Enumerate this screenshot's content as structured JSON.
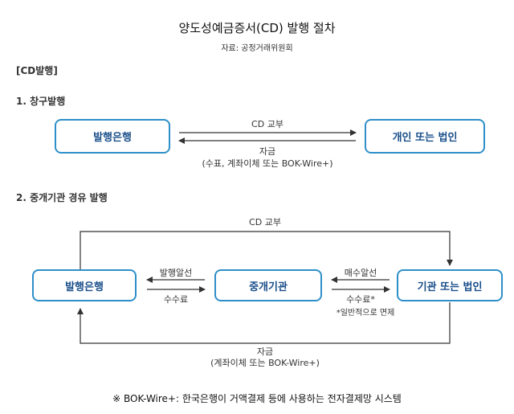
{
  "header": {
    "title": "양도성예금증서(CD) 발행 절차",
    "source": "자료: 공정거래위원회"
  },
  "section_label": "[CD발행]",
  "case1": {
    "heading": "1. 창구발행",
    "box_left": "발행은행",
    "box_right": "개인 또는 법인",
    "arrow_top_label": "CD 교부",
    "arrow_bottom_label": "자금",
    "arrow_bottom_sublabel": "(수표, 계좌이체 또는 BOK-Wire+)"
  },
  "case2": {
    "heading": "2. 중개기관 경유 발행",
    "box_left": "발행은행",
    "box_middle": "중개기관",
    "box_right": "기관 또는 법인",
    "top_loop_label": "CD 교부",
    "left_pair_top_label": "발행알선",
    "left_pair_bottom_label": "수수료",
    "right_pair_top_label": "매수알선",
    "right_pair_bottom_label": "수수료*",
    "right_pair_note": "*일반적으로 면제",
    "bottom_loop_label": "자금",
    "bottom_loop_sublabel": "(계좌이체 또는 BOK-Wire+)"
  },
  "footnote": "※ BOK-Wire+: 한국은행이 거액결제 등에 사용하는 전자결제망 시스템",
  "colors": {
    "box_border": "#2e8fc8",
    "box_text": "#1a4f8a",
    "arrow": "#333333"
  }
}
